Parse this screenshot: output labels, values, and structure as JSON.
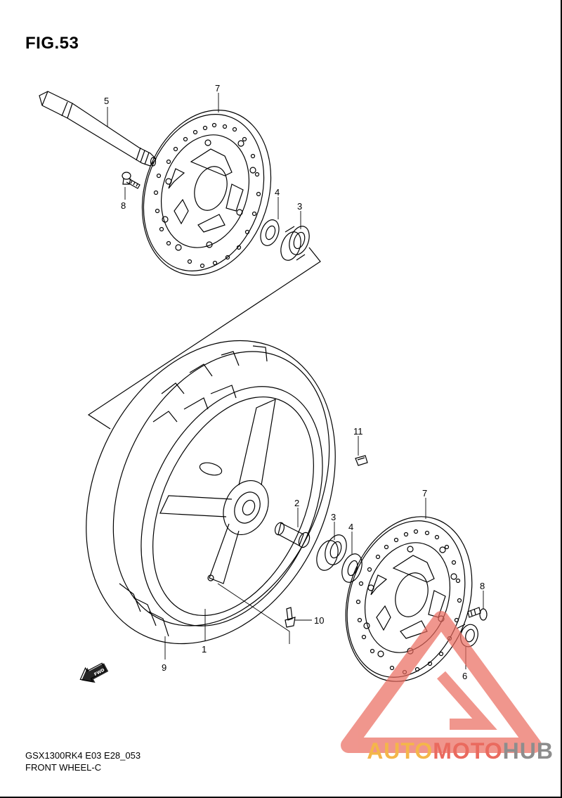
{
  "figure": {
    "title": "FIG.53"
  },
  "callouts": {
    "c1": "1",
    "c2": "2",
    "c3a": "3",
    "c3b": "3",
    "c4a": "4",
    "c4b": "4",
    "c5": "5",
    "c6": "6",
    "c7a": "7",
    "c7b": "7",
    "c8a": "8",
    "c8b": "8",
    "c9": "9",
    "c10": "10",
    "c11": "11"
  },
  "direction_badge": "FWD",
  "footer": {
    "model_code": "GSX1300RK4 E03 E28_053",
    "caption": "FRONT WHEEL-C"
  },
  "watermark": {
    "part1": "AUTO",
    "part2": "MOTO",
    "part3": "HUB",
    "color_auto": "#f4b64a",
    "color_moto": "#ea6a5e",
    "color_hub": "#8d8d8d"
  }
}
